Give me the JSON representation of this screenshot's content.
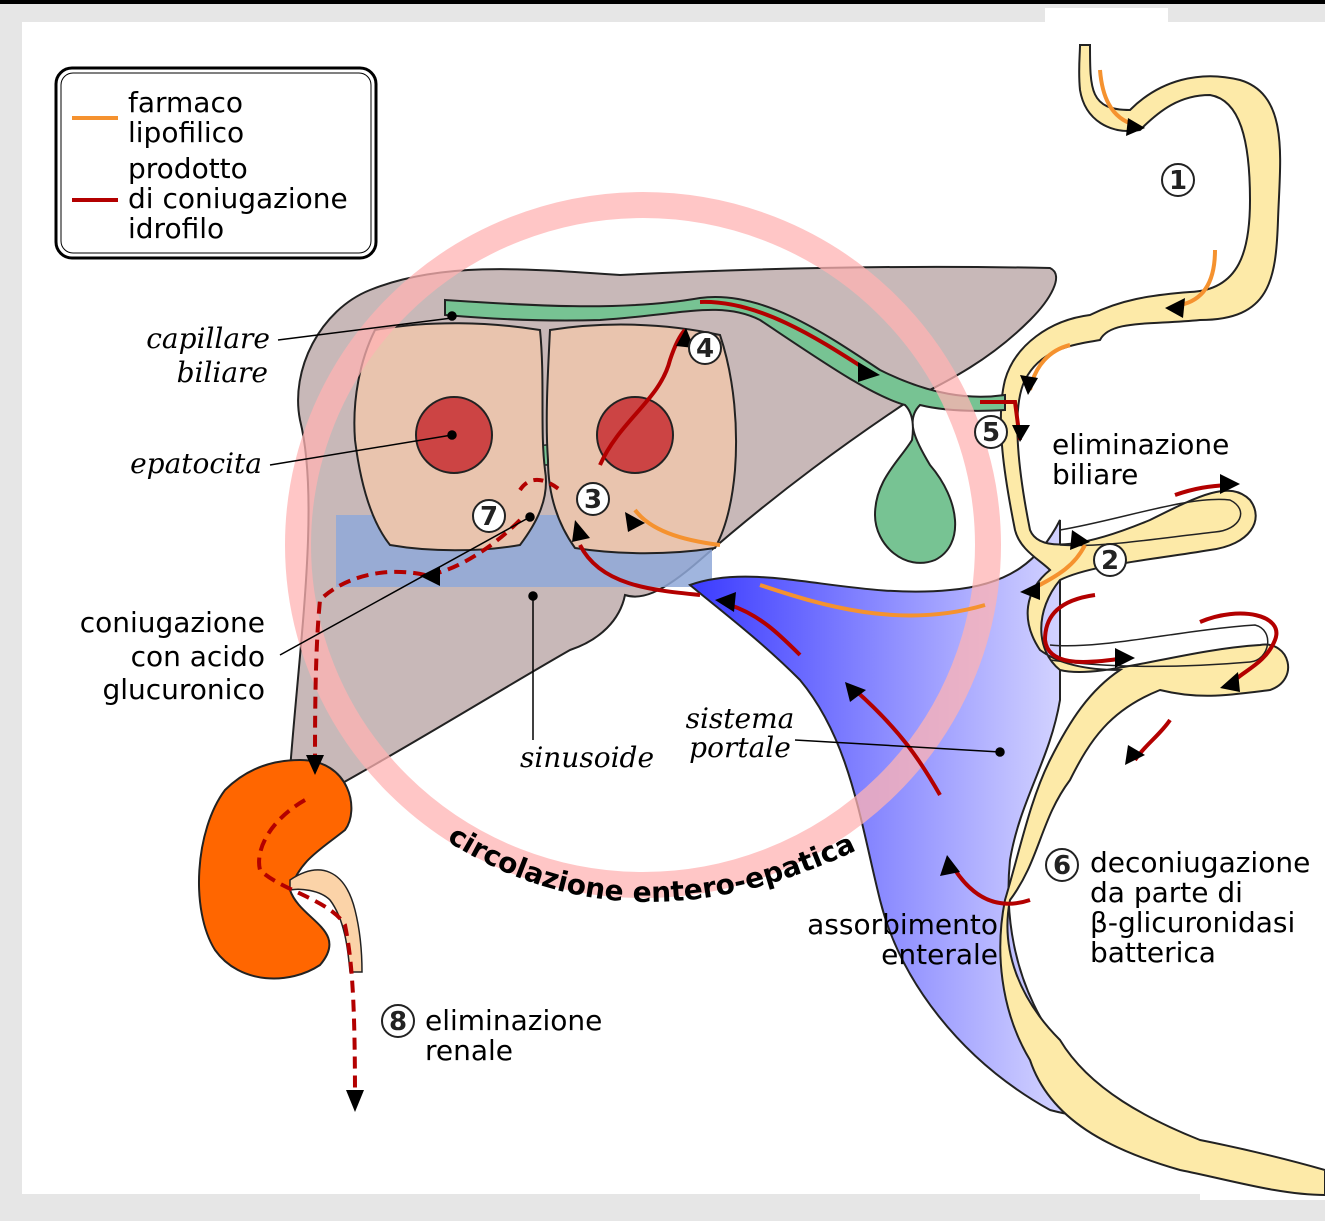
{
  "legend": {
    "lipophilic_line1": "farmaco",
    "lipophilic_line2": "lipofilico",
    "hydrophilic_line1": "prodotto",
    "hydrophilic_line2": "di coniugazione",
    "hydrophilic_line3": "idrofilo"
  },
  "labels": {
    "capillare_1": "capillare",
    "capillare_2": "biliare",
    "epatocita": "epatocita",
    "coniugazione_1": "coniugazione",
    "coniugazione_2": "con acido",
    "coniugazione_3": "glucuronico",
    "sinusoide": "sinusoide",
    "sistema_1": "sistema",
    "sistema_2": "portale",
    "circolazione": "circolazione entero-epatica",
    "elim_biliare_1": "eliminazione",
    "elim_biliare_2": "biliare",
    "deconiug_1": "deconiugazione",
    "deconiug_2": "da parte di",
    "deconiug_3": "β-glicuronidasi",
    "deconiug_4": "batterica",
    "assorb_1": "assorbimento",
    "assorb_2": "enterale",
    "elim_renale_1": "eliminazione",
    "elim_renale_2": "renale"
  },
  "steps": {
    "s1": "1",
    "s2": "2",
    "s3": "3",
    "s4": "4",
    "s5": "5",
    "s6": "6",
    "s7": "7",
    "s8": "8"
  },
  "colors": {
    "lipophilic_line": "#f5922f",
    "hydrophilic_line": "#b30000",
    "liver": "#c8b8b8",
    "hepatocyte": "#e9c4ae",
    "nucleus": "#cc4444",
    "bile": "#77c393",
    "intestine": "#fdeaa8",
    "portal_blue": "#4b4bff",
    "kidney": "#ff6600",
    "cycle_ring": "#ffb3b3",
    "sinusoid": "#8fa8d8"
  }
}
